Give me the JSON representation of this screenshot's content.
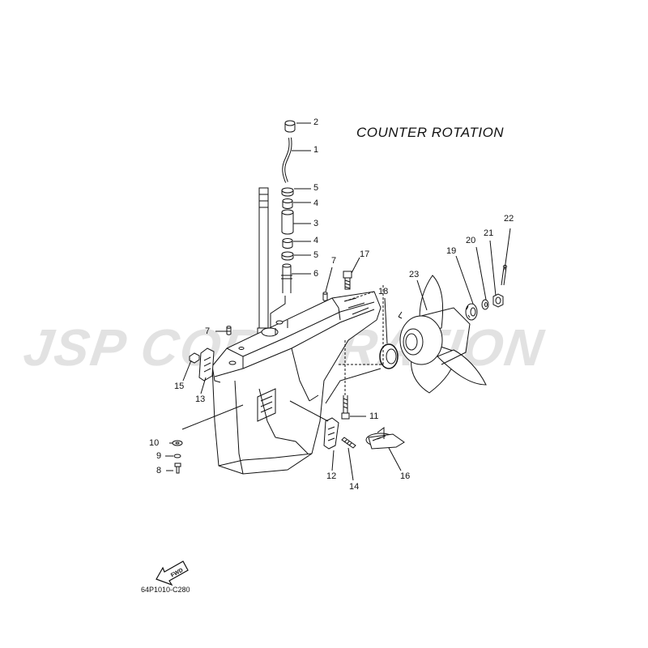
{
  "diagram": {
    "title": "COUNTER ROTATION",
    "watermark": "JSP CORPORATION",
    "part_code": "64P1010-C280",
    "fwd_label": "FWD",
    "callouts": [
      {
        "id": "2",
        "name": "callout-2"
      },
      {
        "id": "1",
        "name": "callout-1"
      },
      {
        "id": "5",
        "name": "callout-5a"
      },
      {
        "id": "4",
        "name": "callout-4a"
      },
      {
        "id": "3",
        "name": "callout-3"
      },
      {
        "id": "4",
        "name": "callout-4b"
      },
      {
        "id": "5",
        "name": "callout-5b"
      },
      {
        "id": "6",
        "name": "callout-6"
      },
      {
        "id": "7",
        "name": "callout-7a"
      },
      {
        "id": "17",
        "name": "callout-17"
      },
      {
        "id": "7",
        "name": "callout-7b"
      },
      {
        "id": "22",
        "name": "callout-22"
      },
      {
        "id": "21",
        "name": "callout-21"
      },
      {
        "id": "20",
        "name": "callout-20"
      },
      {
        "id": "19",
        "name": "callout-19"
      },
      {
        "id": "23",
        "name": "callout-23"
      },
      {
        "id": "18",
        "name": "callout-18"
      },
      {
        "id": "15",
        "name": "callout-15"
      },
      {
        "id": "13",
        "name": "callout-13"
      },
      {
        "id": "11",
        "name": "callout-11"
      },
      {
        "id": "10",
        "name": "callout-10"
      },
      {
        "id": "9",
        "name": "callout-9"
      },
      {
        "id": "8",
        "name": "callout-8"
      },
      {
        "id": "12",
        "name": "callout-12"
      },
      {
        "id": "14",
        "name": "callout-14"
      },
      {
        "id": "16",
        "name": "callout-16"
      }
    ]
  }
}
